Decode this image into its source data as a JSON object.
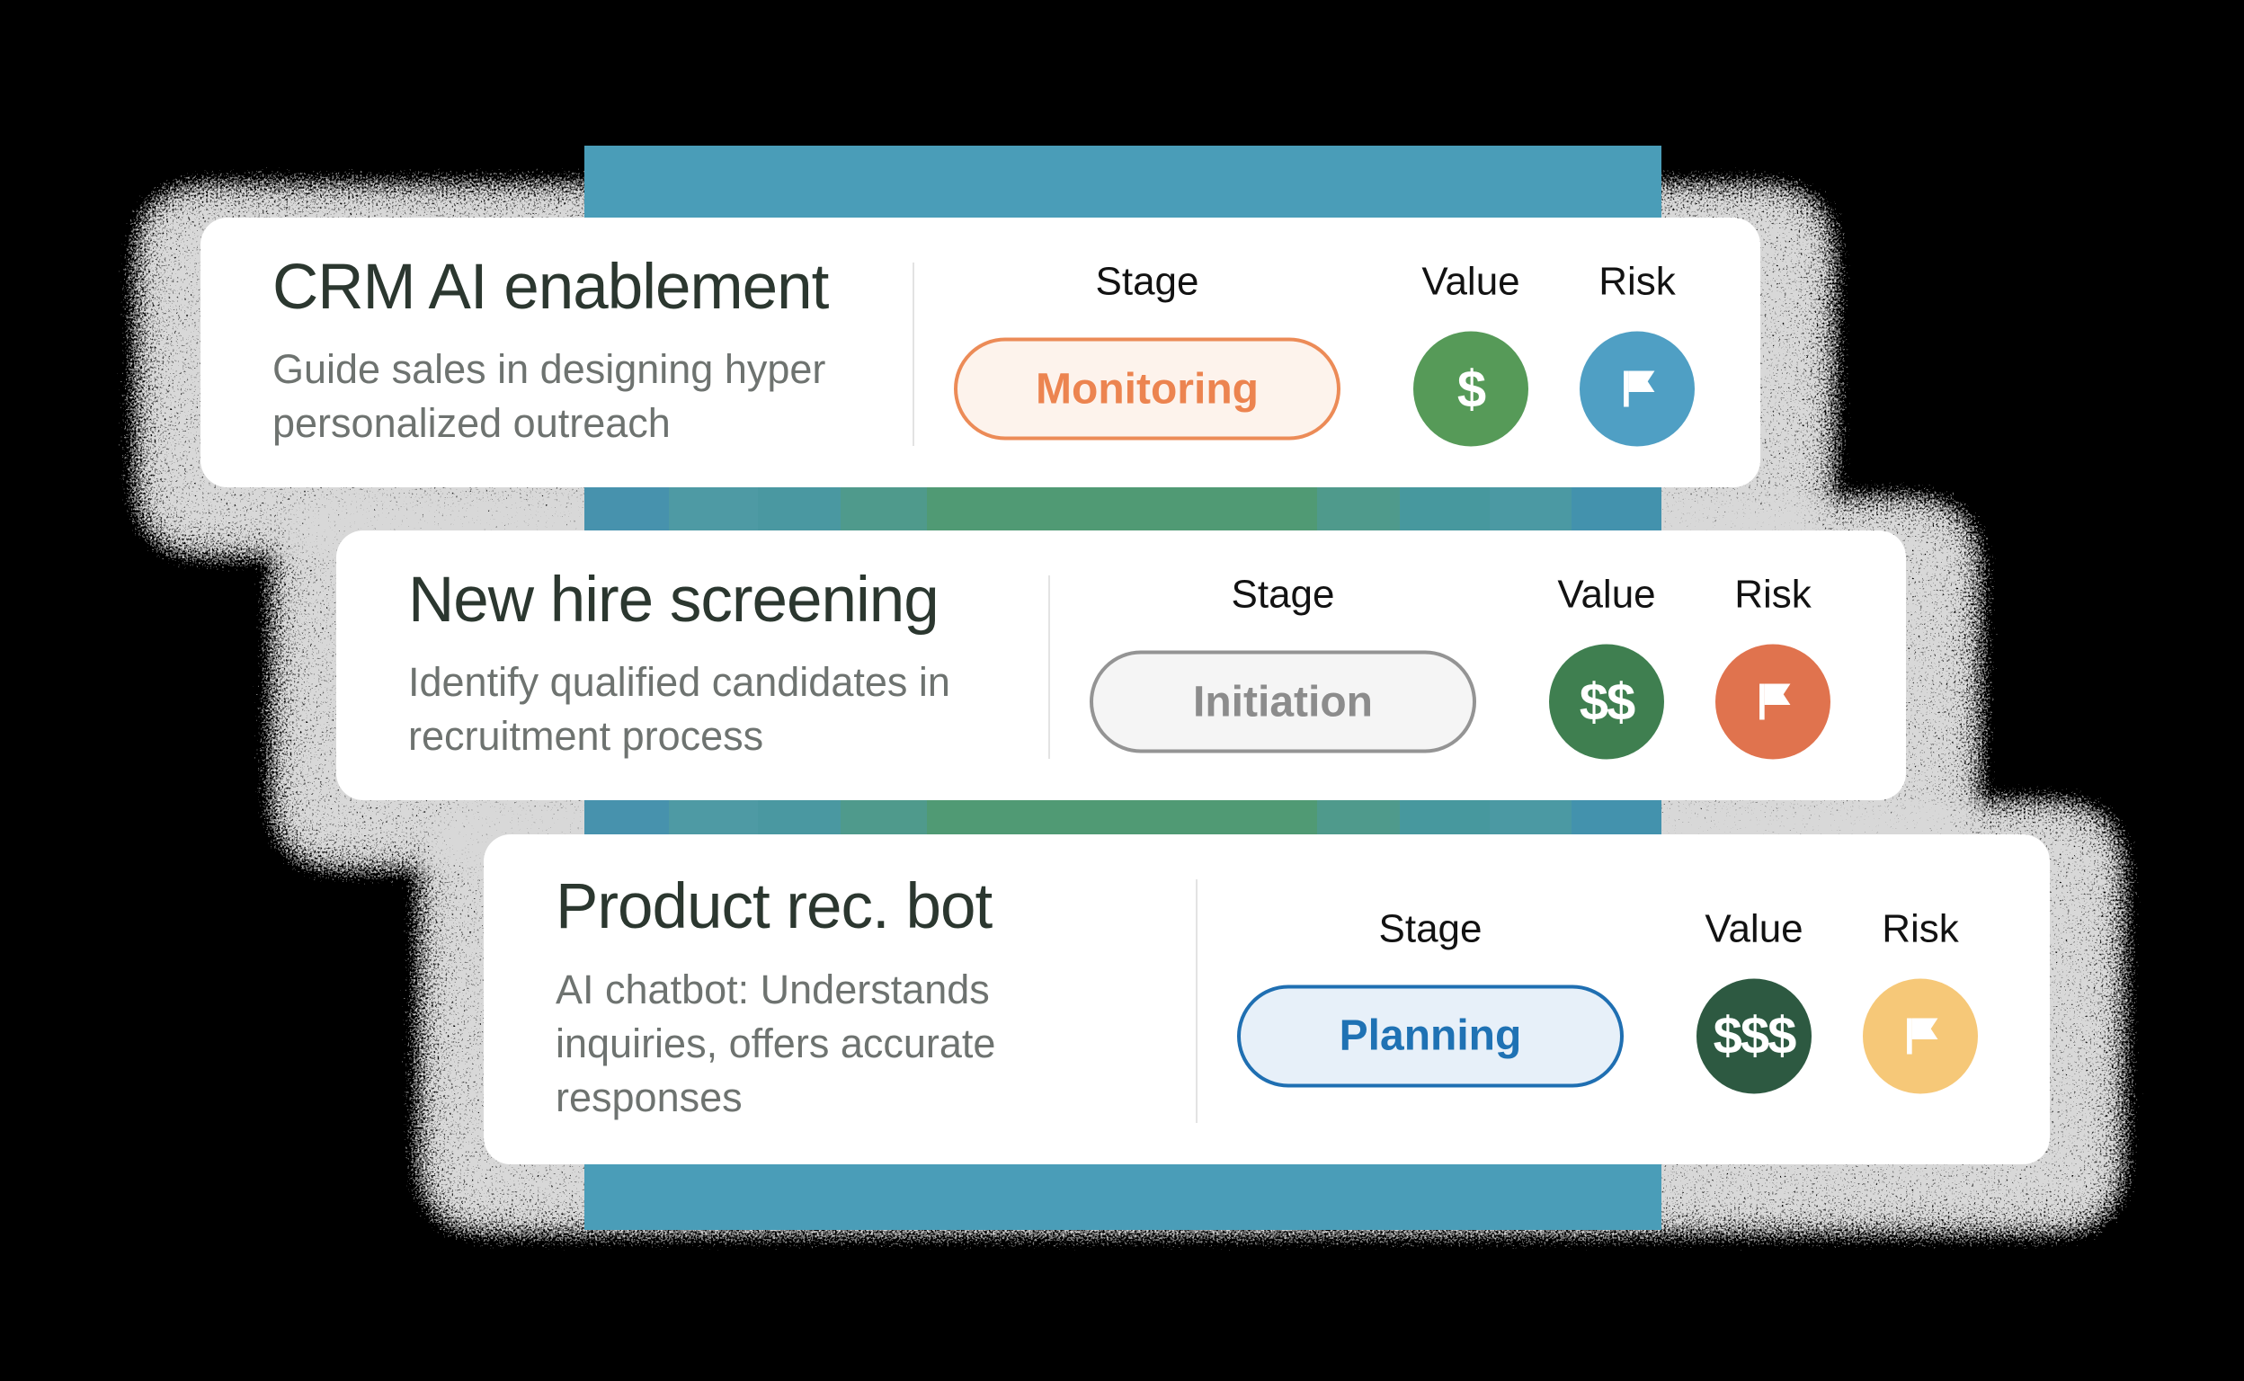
{
  "canvas": {
    "background_color": "#000000",
    "band_color": "#4a9db8",
    "band_stripe_colors": [
      "#4792ad",
      "#4e9aa4",
      "#4a98a1",
      "#4f9a8c",
      "#509a74",
      "#4f9a8c",
      "#47989e",
      "#4b99a3",
      "#4392ad"
    ]
  },
  "column_headers": {
    "stage": "Stage",
    "value": "Value",
    "risk": "Risk"
  },
  "cards": [
    {
      "title": "CRM AI enablement",
      "description_lines": [
        "Guide sales in designing hyper",
        "personalized outreach"
      ],
      "stage": {
        "label": "Monitoring",
        "text_color": "#ec8450",
        "border_color": "#ec8b57",
        "background_color": "#fdf3ec"
      },
      "value": {
        "amount": "$",
        "circle_color": "#569a58"
      },
      "risk": {
        "icon": "flag-icon",
        "circle_color": "#4f9fc4"
      }
    },
    {
      "title": "New hire screening",
      "description_lines": [
        "Identify qualified candidates in",
        "recruitment process"
      ],
      "stage": {
        "label": "Initiation",
        "text_color": "#8c8c8c",
        "border_color": "#949494",
        "background_color": "#f5f5f5"
      },
      "value": {
        "amount": "$$",
        "circle_color": "#3f7f50"
      },
      "risk": {
        "icon": "flag-icon",
        "circle_color": "#e0734e"
      }
    },
    {
      "title": "Product rec. bot",
      "description_lines": [
        "AI chatbot: Understands",
        "inquiries, offers accurate",
        "responses"
      ],
      "stage": {
        "label": "Planning",
        "text_color": "#1f72b4",
        "border_color": "#1f6fb2",
        "background_color": "#e7f0f9"
      },
      "value": {
        "amount": "$$$",
        "circle_color": "#2d5941"
      },
      "risk": {
        "icon": "flag-icon",
        "circle_color": "#f6c878"
      }
    }
  ]
}
